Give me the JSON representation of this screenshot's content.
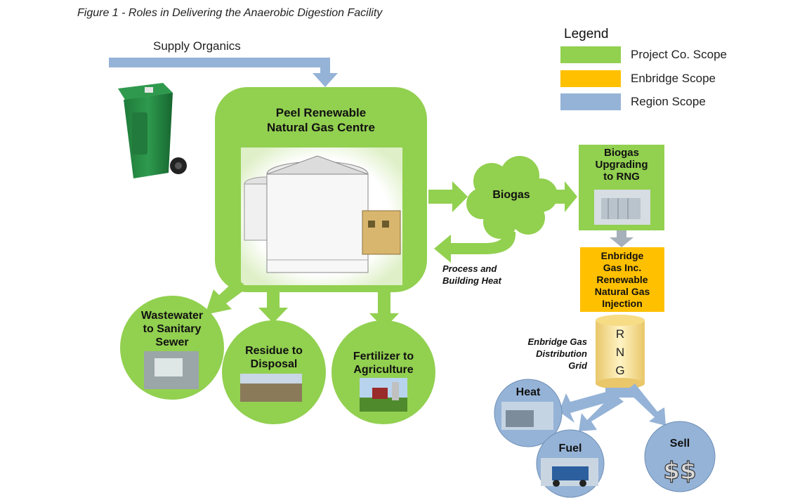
{
  "figure_title": "Figure 1 - Roles in Delivering the Anaerobic Digestion Facility",
  "legend": {
    "title": "Legend",
    "items": [
      {
        "label": "Project Co. Scope",
        "color": "#92d050"
      },
      {
        "label": "Enbridge Scope",
        "color": "#ffc000"
      },
      {
        "label": "Region Scope",
        "color": "#95b3d7"
      }
    ]
  },
  "supply_label": "Supply Organics",
  "centre": {
    "line1": "Peel Renewable",
    "line2": "Natural Gas Centre"
  },
  "biogas_label": "Biogas",
  "upgrading": {
    "line1": "Biogas",
    "line2": "Upgrading",
    "line3": "to RNG"
  },
  "injection": {
    "line1": "Enbridge",
    "line2": "Gas Inc.",
    "line3": "Renewable",
    "line4": "Natural Gas",
    "line5": "Injection"
  },
  "process_heat": {
    "line1": "Process and",
    "line2": "Building Heat"
  },
  "outputs": {
    "wastewater": {
      "line1": "Wastewater",
      "line2": "to Sanitary",
      "line3": "Sewer"
    },
    "residue": {
      "line1": "Residue to",
      "line2": "Disposal"
    },
    "fertilizer": {
      "line1": "Fertilizer to",
      "line2": "Agriculture"
    }
  },
  "grid_label": {
    "line1": "Enbridge Gas",
    "line2": "Distribution",
    "line3": "Grid"
  },
  "rng_letters": [
    "R",
    "N",
    "G"
  ],
  "uses": {
    "heat": "Heat",
    "fuel": "Fuel",
    "sell": "Sell"
  },
  "colors": {
    "green": "#92d050",
    "orange": "#ffc000",
    "blue": "#95b3d7"
  }
}
